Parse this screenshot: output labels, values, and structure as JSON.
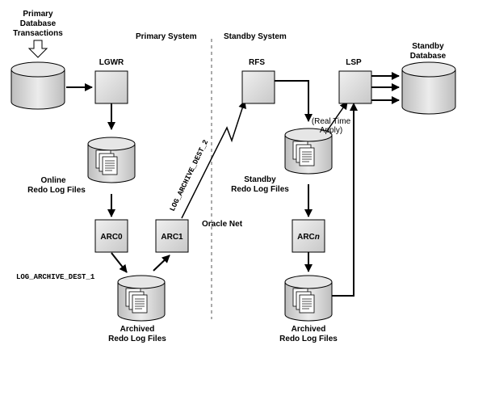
{
  "labels": {
    "primary_tx": [
      "Primary",
      "Database",
      "Transactions"
    ],
    "primary_system": "Primary System",
    "standby_system": "Standby System",
    "lgwr": "LGWR",
    "rfs": "RFS",
    "lsp": "LSP",
    "standby_db": [
      "Standby",
      "Database"
    ],
    "online_redo": [
      "Online",
      "Redo Log Files"
    ],
    "standby_redo": [
      "Standby",
      "Redo Log Files"
    ],
    "real_time_apply": [
      "(Real Time",
      "Apply)"
    ],
    "arc0": "ARC0",
    "arc1": "ARC1",
    "arcn_prefix": "ARC",
    "arcn_suffix": "n",
    "oracle_net": "Oracle Net",
    "log_dest_1": "LOG_ARCHIVE_DEST_1",
    "log_dest_2": "LOG_ARCHIVE_DEST_2",
    "archived_primary": [
      "Archived",
      "Redo Log Files"
    ],
    "archived_standby": [
      "Archived",
      "Redo Log Files"
    ]
  },
  "colors": {
    "box_fill": "#dcdcdc",
    "divider": "#aaaaaa",
    "line": "#000000"
  }
}
